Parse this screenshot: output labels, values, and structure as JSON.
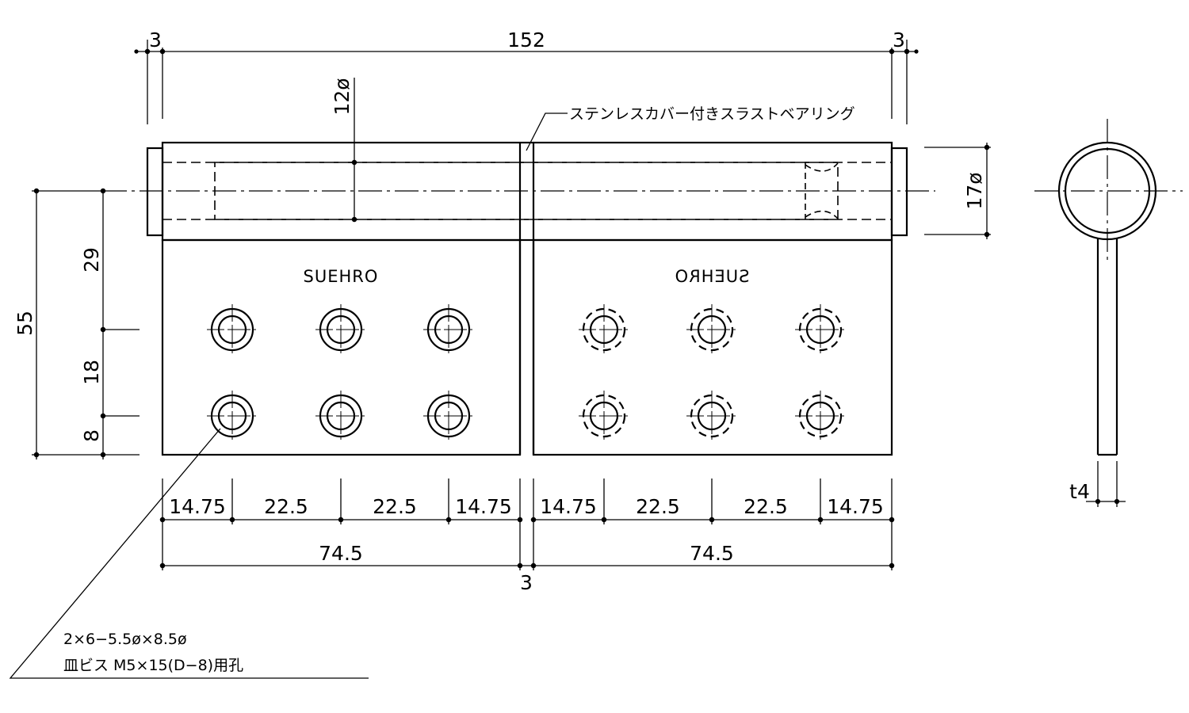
{
  "dims": {
    "top_left_gap": "3",
    "top_total": "152",
    "top_right_gap": "3",
    "pin_diameter": "12ø",
    "knuckle_diameter": "17ø",
    "height_total": "55",
    "height_upper": "29",
    "height_mid": "18",
    "height_low": "8",
    "thickness": "t4",
    "h_edge_a": "14.75",
    "h_pitch_a": "22.5",
    "h_pitch_b": "22.5",
    "h_edge_b": "14.75",
    "h_edge_c": "14.75",
    "h_pitch_c": "22.5",
    "h_pitch_d": "22.5",
    "h_edge_d": "14.75",
    "leaf_left": "74.5",
    "leaf_right": "74.5",
    "center_gap": "3"
  },
  "labels": {
    "bearing": "ステンレスカバー付きスラストベアリング",
    "brand_left": "SUEHRO",
    "brand_right": "SUEHRO",
    "hole_spec": "2×6−5.5ø×8.5ø",
    "screw_spec": "皿ビス M5×15(D−8)用孔"
  }
}
